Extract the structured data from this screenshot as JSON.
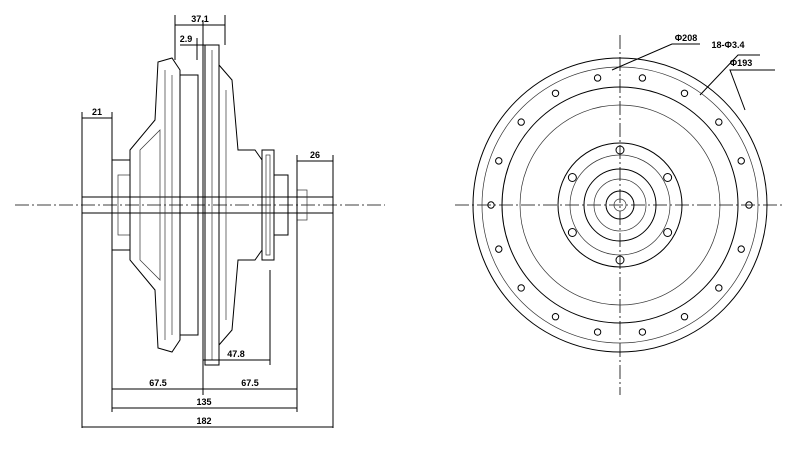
{
  "side_view": {
    "dimensions": {
      "flange_offset": "37.1",
      "disc_thickness": "2.9",
      "left_axle": "21",
      "right_axle": "26",
      "disc_to_dropout": "47.8",
      "half_left": "67.5",
      "half_right": "67.5",
      "dropout_width": "135",
      "axle_length": "182"
    }
  },
  "front_view": {
    "dimensions": {
      "outer_diameter": "Φ208",
      "bolt_holes": "18-Φ3.4",
      "bolt_circle": "Φ193"
    },
    "bolt_hole_count": 18
  }
}
